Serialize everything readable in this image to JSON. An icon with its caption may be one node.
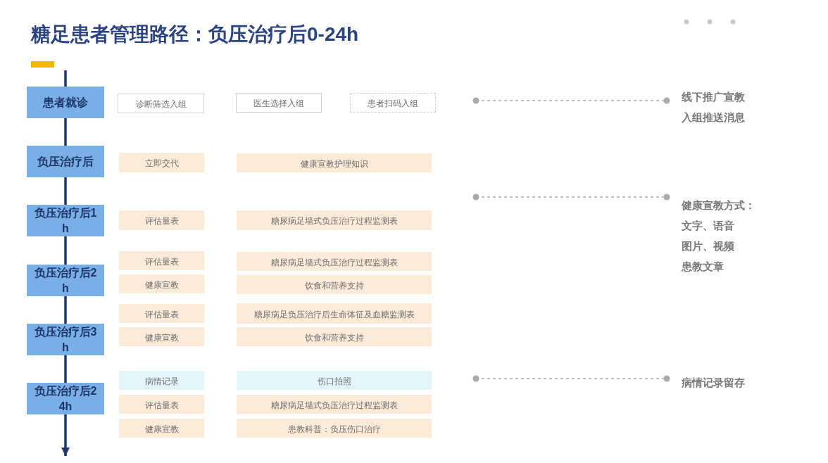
{
  "diagram": {
    "title": "糖足患者管理路径：负压治疗后0-24h",
    "nodes": [
      {
        "text": [
          "患者就诊"
        ]
      },
      {
        "text": [
          "负压治疗后"
        ]
      },
      {
        "text": [
          "负压治疗后1h"
        ]
      },
      {
        "text": [
          "负压治疗后2h"
        ]
      },
      {
        "text": [
          "负压治疗后3h"
        ]
      },
      {
        "text": [
          "负压治疗后24h"
        ]
      },
      {
        "text": [
          "诊断筛选入组"
        ]
      },
      {
        "text": [
          "医生选择入组"
        ]
      },
      {
        "text": [
          "患者扫码入组"
        ]
      },
      {
        "text": [
          "立即交代"
        ]
      },
      {
        "text": [
          "健康宣教护理知识"
        ]
      },
      {
        "text": [
          "评估量表"
        ]
      },
      {
        "text": [
          "糖尿病足墙式负压治疗过程监测表"
        ]
      },
      {
        "text": [
          "评估量表"
        ]
      },
      {
        "text": [
          "糖尿病足墙式负压治疗过程监测表"
        ]
      },
      {
        "text": [
          "健康宣教"
        ]
      },
      {
        "text": [
          "饮食和营养支持"
        ]
      },
      {
        "text": [
          "评估量表"
        ]
      },
      {
        "text": [
          "糖尿病足负压治疗后生命体征及血糖监测表"
        ]
      },
      {
        "text": [
          "健康宣教"
        ]
      },
      {
        "text": [
          "饮食和营养支持"
        ]
      },
      {
        "text": [
          "病情记录"
        ]
      },
      {
        "text": [
          "伤口拍照"
        ]
      },
      {
        "text": [
          "评估量表"
        ]
      },
      {
        "text": [
          "糖尿病足墙式负压治疗过程监测表"
        ]
      },
      {
        "text": [
          "健康宣教"
        ]
      },
      {
        "text": [
          "患教科普：负压伤口治疗"
        ]
      },
      {
        "text": [
          "线下推广宣教",
          "入组推送消息"
        ]
      },
      {
        "text": [
          "健康宣教方式：",
          "文字、语音",
          "图片、视频",
          "患教文章"
        ]
      },
      {
        "text": [
          "病情记录留存"
        ]
      }
    ],
    "edges": [
      {
        "from": null,
        "to": 0,
        "arrow": "none"
      },
      {
        "from": 0,
        "to": 1,
        "arrow": "none"
      },
      {
        "from": 1,
        "to": 2,
        "arrow": "none"
      },
      {
        "from": 2,
        "to": 3,
        "arrow": "none"
      },
      {
        "from": 3,
        "to": 4,
        "arrow": "none"
      },
      {
        "from": 4,
        "to": 5,
        "arrow": "none"
      },
      {
        "from": 5,
        "to": null,
        "arrow": "to"
      },
      {
        "from": null,
        "to": 27,
        "arrow": "other",
        "style": "dashed",
        "color": "#aaaaaa"
      },
      {
        "from": null,
        "to": 28,
        "arrow": "other",
        "style": "dashed",
        "color": "#aaaaaa"
      },
      {
        "from": null,
        "to": 29,
        "arrow": "other",
        "style": "dashed",
        "color": "#aaaaaa"
      }
    ]
  }
}
